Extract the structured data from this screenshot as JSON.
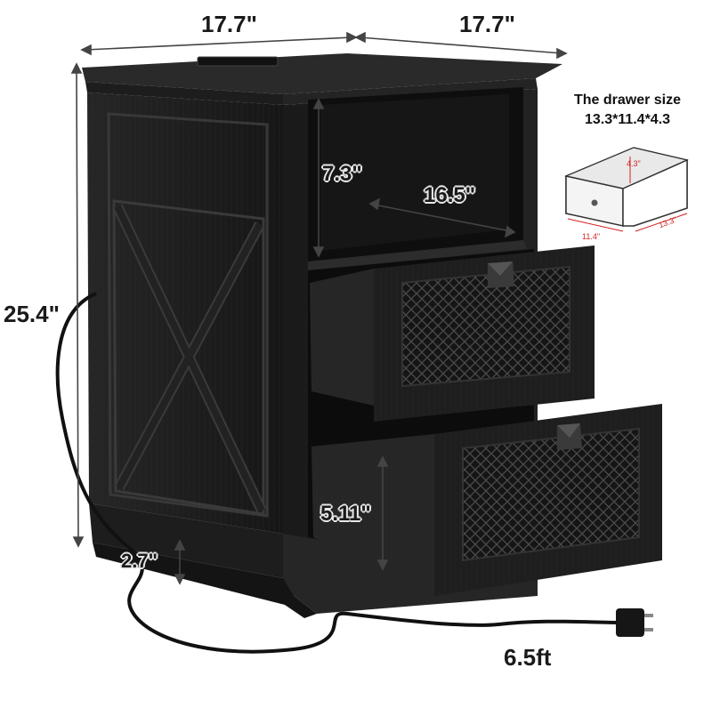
{
  "dimensions": {
    "width": "17.7\"",
    "depth": "17.7\"",
    "height": "25.4\"",
    "shelf_height": "7.3\"",
    "shelf_depth": "16.5\"",
    "drawer_height": "5.11\"",
    "base_height": "2.7\"",
    "cord_length": "6.5ft"
  },
  "drawer_inset": {
    "title_line1": "The drawer size",
    "title_line2": "13.3*11.4*4.3",
    "height_label": "4.3\"",
    "width_label": "11.4\"",
    "depth_label": "13.3\""
  },
  "colors": {
    "cabinet": "#1c1c1c",
    "cabinet_edge": "#2e2e2e",
    "inset_dim": "#d42020"
  }
}
